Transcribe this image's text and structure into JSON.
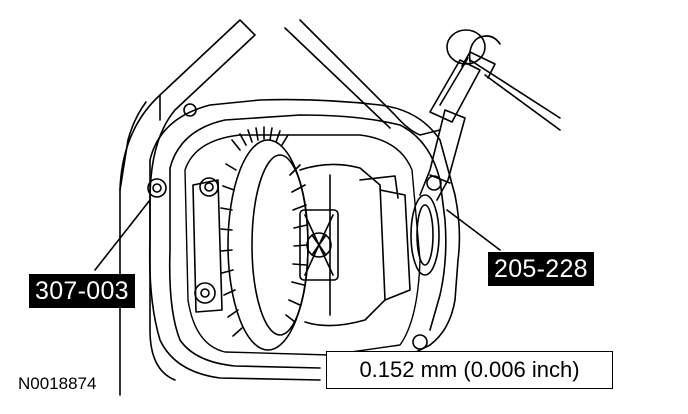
{
  "figure": {
    "id": "N0018874",
    "callouts": [
      {
        "tool": "307-003"
      },
      {
        "tool": "205-228"
      }
    ],
    "specification": "0.152 mm (0.006 inch)"
  },
  "colors": {
    "line": "#000000",
    "background": "#ffffff",
    "callout_fill": "#000000",
    "callout_text": "#ffffff"
  },
  "icons": {
    "hammer": "hammer-icon",
    "drift": "differential-bearing-cup-installer-icon"
  }
}
